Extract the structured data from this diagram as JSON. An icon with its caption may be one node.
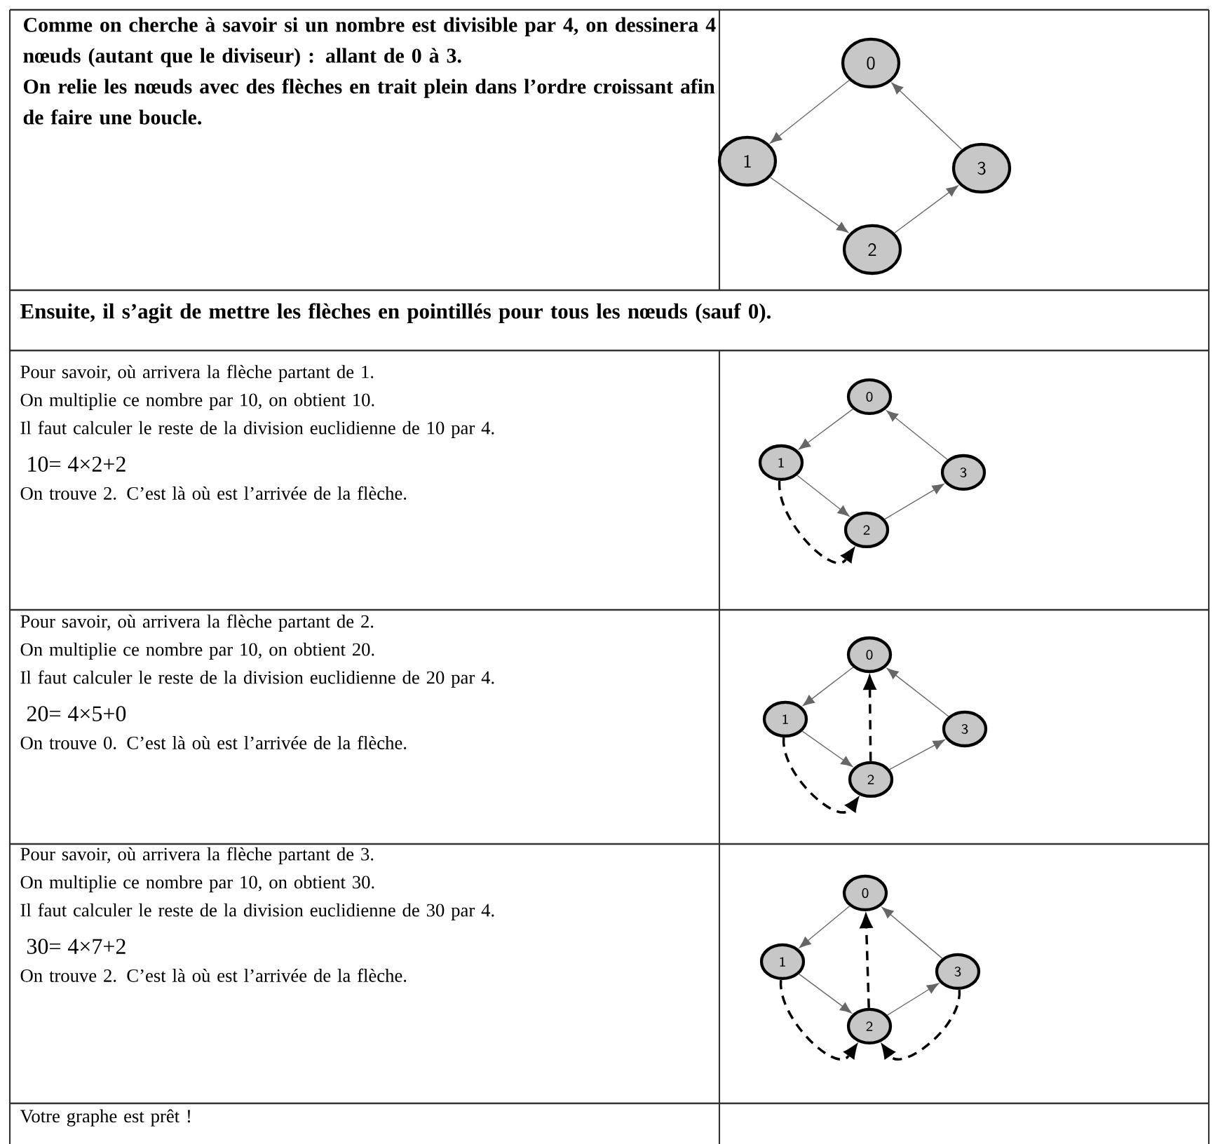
{
  "diagram": {
    "nodes": [
      {
        "text": [
          "0"
        ]
      },
      {
        "text": [
          "1"
        ]
      },
      {
        "text": [
          "2"
        ]
      },
      {
        "text": [
          "3"
        ]
      },
      {
        "text": [
          "0"
        ]
      },
      {
        "text": [
          "1"
        ]
      },
      {
        "text": [
          "2"
        ]
      },
      {
        "text": [
          "3"
        ]
      },
      {
        "text": [
          "0"
        ]
      },
      {
        "text": [
          "1"
        ]
      },
      {
        "text": [
          "2"
        ]
      },
      {
        "text": [
          "3"
        ]
      },
      {
        "text": [
          "0"
        ]
      },
      {
        "text": [
          "1"
        ]
      },
      {
        "text": [
          "2"
        ]
      },
      {
        "text": [
          "3"
        ]
      }
    ],
    "edges": [
      {
        "from": 0,
        "to": 1,
        "arrow": "to"
      },
      {
        "from": 1,
        "to": 2,
        "arrow": "to"
      },
      {
        "from": 2,
        "to": 3,
        "arrow": "to"
      },
      {
        "from": 3,
        "to": 0,
        "arrow": "to"
      },
      {
        "from": 4,
        "to": 5,
        "arrow": "to"
      },
      {
        "from": 5,
        "to": 6,
        "arrow": "to"
      },
      {
        "from": 6,
        "to": 7,
        "arrow": "to"
      },
      {
        "from": 7,
        "to": 4,
        "arrow": "to"
      },
      {
        "from": 5,
        "to": 6,
        "arrow": "to",
        "style": "dashed",
        "color": "#000000"
      },
      {
        "from": 8,
        "to": 9,
        "arrow": "to"
      },
      {
        "from": 9,
        "to": 10,
        "arrow": "to"
      },
      {
        "from": 10,
        "to": 11,
        "arrow": "to"
      },
      {
        "from": 11,
        "to": 8,
        "arrow": "to"
      },
      {
        "from": 9,
        "to": 10,
        "arrow": "to",
        "style": "dashed",
        "color": "#000000"
      },
      {
        "from": 10,
        "to": 8,
        "arrow": "to",
        "style": "dashed",
        "color": "#000000"
      },
      {
        "from": 12,
        "to": 13,
        "arrow": "to"
      },
      {
        "from": 13,
        "to": 14,
        "arrow": "to"
      },
      {
        "from": 14,
        "to": 15,
        "arrow": "to"
      },
      {
        "from": 15,
        "to": 12,
        "arrow": "to"
      },
      {
        "from": 13,
        "to": 14,
        "arrow": "to",
        "style": "dashed",
        "color": "#000000"
      },
      {
        "from": 14,
        "to": 12,
        "arrow": "to",
        "style": "dashed",
        "color": "#000000"
      },
      {
        "from": 15,
        "to": 14,
        "arrow": "to",
        "style": "dashed",
        "color": "#000000"
      }
    ],
    "labels": [
      "Comme on cherche à savoir si un nombre est divisible par 4, on dessinera 4 nœuds (autant que le diviseur) : allant de 0 à 3.",
      "On relie les nœuds avec des flèches en trait plein dans l’ordre croissant afin de faire une boucle.",
      "Ensuite, il s’agit de mettre les flèches en pointillés pour tous les nœuds (sauf 0).",
      "Pour savoir, où arrivera la flèche partant de 1.",
      "On multiplie ce nombre par 10, on obtient 10.",
      "Il faut calculer le reste de la division euclidienne de 10 par 4.",
      "10= 4×2+2",
      "On trouve 2. C’est là où est l’arrivée de la flèche.",
      "Pour savoir, où arrivera la flèche partant de 2.",
      "On multiplie ce nombre par 10, on obtient 20.",
      "Il faut calculer le reste de la division euclidienne de 20 par 4.",
      "20= 4×5+0",
      "On trouve 0. C’est là où est l’arrivée de la flèche.",
      "Pour savoir, où arrivera la flèche partant de 3.",
      "On multiplie ce nombre par 10, on obtient 30.",
      "Il faut calculer le reste de la division euclidienne de 30 par 4.",
      "30= 4×7+2",
      "On trouve 2. C’est là où est l’arrivée de la flèche.",
      "Votre graphe est prêt !"
    ]
  }
}
